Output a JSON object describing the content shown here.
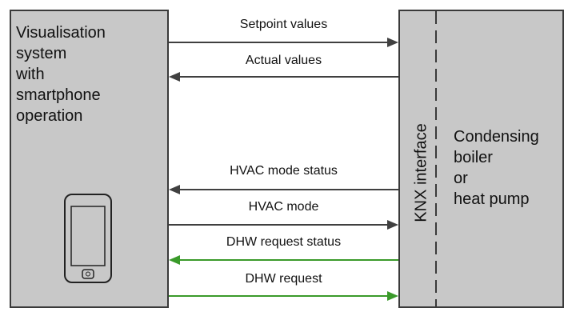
{
  "left_box": {
    "lines": [
      "Visualisation",
      "system",
      "with",
      "smartphone",
      "operation"
    ]
  },
  "right_box": {
    "interface_label": "KNX interface",
    "lines": [
      "Condensing",
      "boiler",
      "or",
      "heat pump"
    ]
  },
  "signals": [
    {
      "label": "Setpoint values",
      "direction": "right",
      "color": "#404040"
    },
    {
      "label": "Actual values",
      "direction": "left",
      "color": "#404040"
    },
    {
      "label": "HVAC mode status",
      "direction": "left",
      "color": "#404040"
    },
    {
      "label": "HVAC mode",
      "direction": "right",
      "color": "#404040"
    },
    {
      "label": "DHW request status",
      "direction": "left",
      "color": "#3a9a2a"
    },
    {
      "label": "DHW request",
      "direction": "right",
      "color": "#3a9a2a"
    }
  ]
}
